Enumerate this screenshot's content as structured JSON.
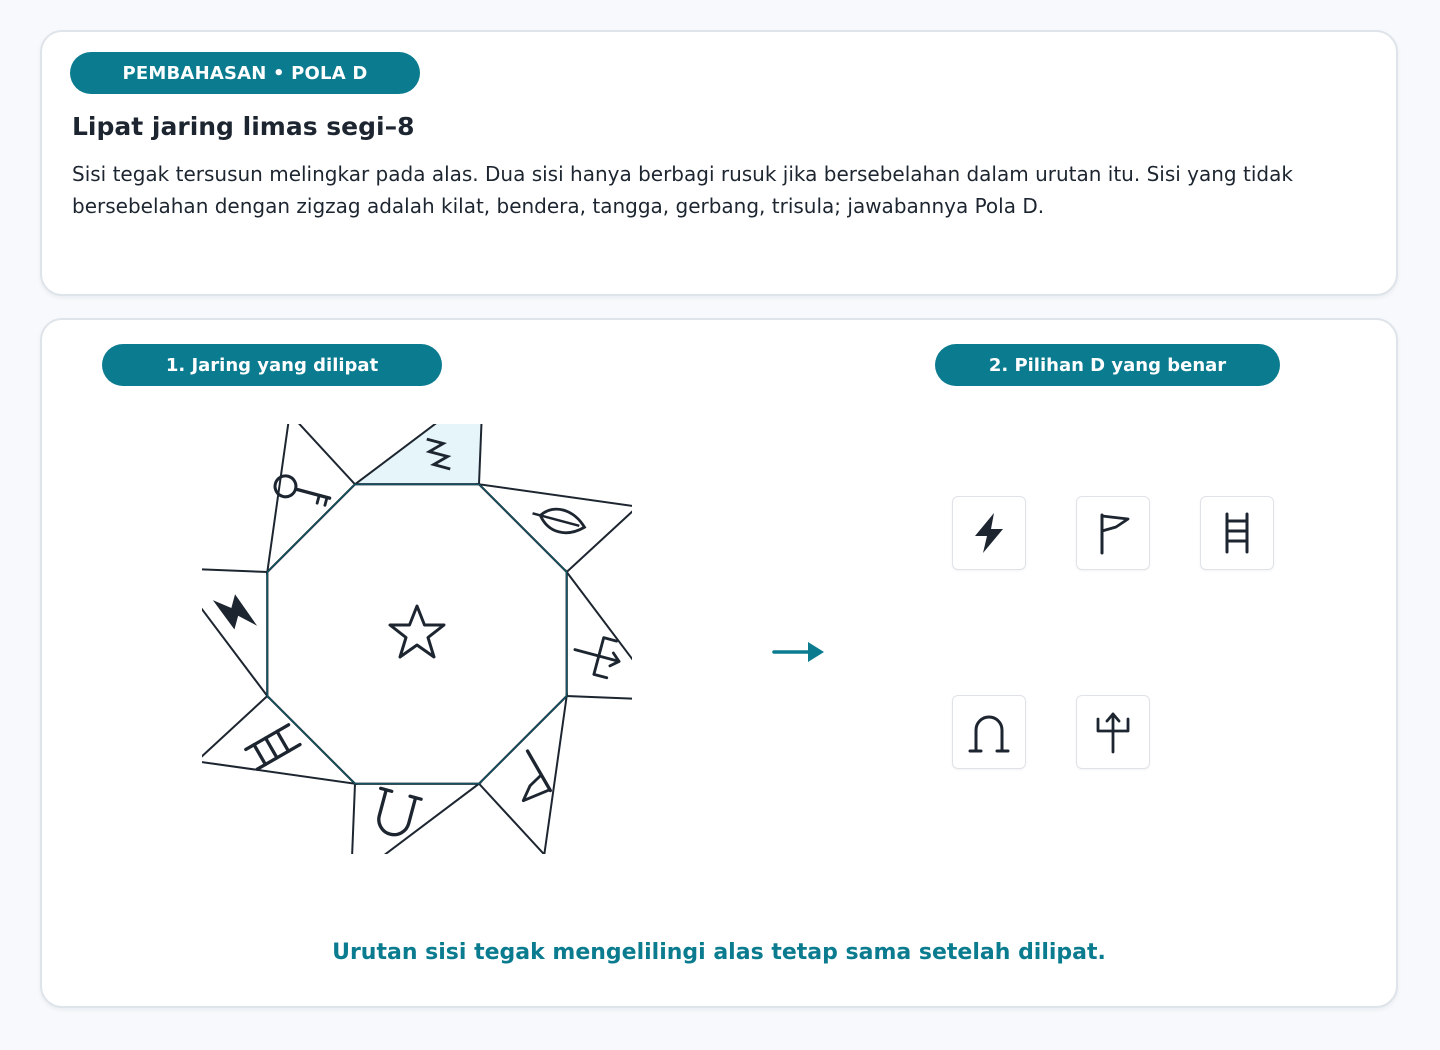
{
  "header": {
    "badge": "PEMBAHASAN • POLA D",
    "title": "Lipat jaring limas segi–8",
    "description": "Sisi tegak tersusun melingkar pada alas. Dua sisi hanya berbagi rusuk jika bersebelahan dalam urutan itu. Sisi yang tidak bersebelahan dengan zigzag adalah kilat, bendera, tangga, gerbang, trisula; jawabannya Pola D."
  },
  "net_panel": {
    "label": "1. Jaring yang dilipat",
    "base_icon": "star-icon",
    "faces": [
      {
        "icon": "zigzag-icon",
        "highlighted": true
      },
      {
        "icon": "leaf-icon",
        "highlighted": false
      },
      {
        "icon": "trident-icon",
        "highlighted": false
      },
      {
        "icon": "flag-icon",
        "highlighted": false
      },
      {
        "icon": "arch-icon",
        "highlighted": false
      },
      {
        "icon": "ladder-icon",
        "highlighted": false
      },
      {
        "icon": "lightning-icon",
        "highlighted": false
      },
      {
        "icon": "key-icon",
        "highlighted": false
      }
    ],
    "highlight_color": "#e6f5fa",
    "stroke_color": "#1d2630"
  },
  "options_panel": {
    "label": "2. Pilihan D yang benar",
    "icons": [
      "lightning-icon",
      "flag-icon",
      "ladder-icon",
      "arch-icon",
      "trident-icon"
    ]
  },
  "accent_color": "#0b7c8f",
  "caption": "Urutan sisi tegak mengelilingi alas tetap sama setelah dilipat."
}
